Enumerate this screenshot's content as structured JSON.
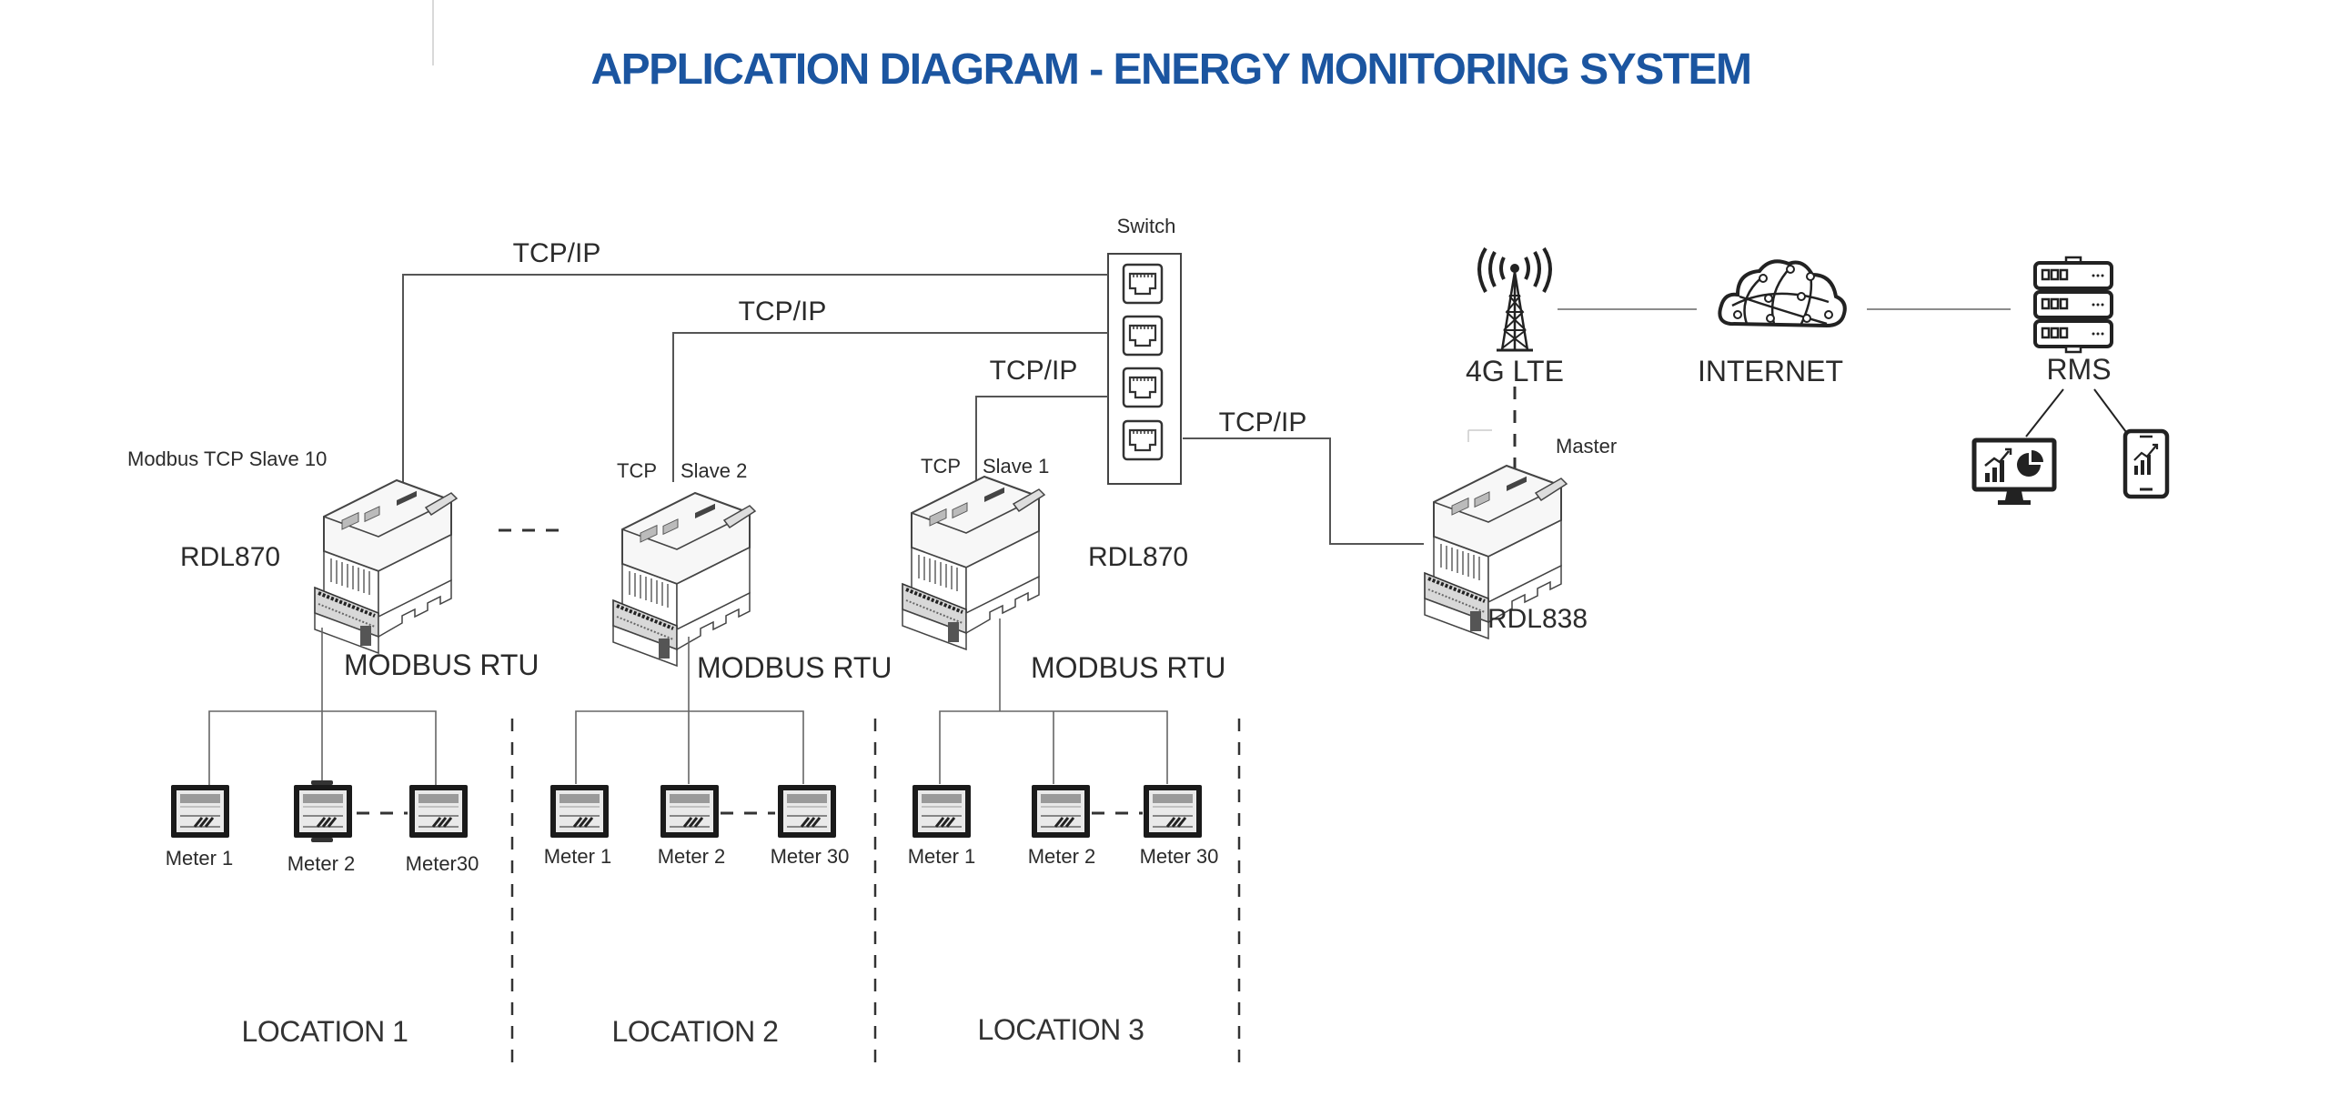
{
  "title": "APPLICATION DIAGRAM - ENERGY MONITORING SYSTEM",
  "colors": {
    "title": "#1b55a0",
    "ink": "#2b2b2b",
    "background": "#ffffff"
  },
  "network": {
    "switch": {
      "label": "Switch",
      "port_count": 4,
      "icon": "ethernet-port-icon"
    },
    "links": [
      {
        "label": "TCP/IP",
        "from": "Modbus TCP Slave 10",
        "to": "Switch"
      },
      {
        "label": "TCP/IP",
        "from": "TCP Slave 2",
        "to": "Switch"
      },
      {
        "label": "TCP/IP",
        "from": "TCP Slave 1",
        "to": "Switch"
      },
      {
        "label": "TCP/IP",
        "from": "Switch",
        "to": "RDL838"
      }
    ],
    "ellipsis": "- - - -"
  },
  "devices": {
    "slave10": {
      "role_label": "Modbus TCP Slave 10",
      "model": "RDL870",
      "bus_label": "MODBUS RTU"
    },
    "slave2": {
      "role_label_left": "TCP",
      "role_label_right": "Slave 2",
      "bus_label": "MODBUS RTU"
    },
    "slave1": {
      "role_label_left": "TCP",
      "role_label_right": "Slave 1",
      "model": "RDL870",
      "bus_label": "MODBUS RTU"
    },
    "master": {
      "role_label": "Master",
      "model": "RDL838"
    }
  },
  "cloud": {
    "lte": {
      "label": "4G LTE",
      "icon": "cell-tower-icon"
    },
    "internet": {
      "label": "INTERNET",
      "icon": "cloud-network-icon"
    },
    "rms": {
      "label": "RMS",
      "icon": "server-rack-icon"
    },
    "clients": [
      {
        "name": "desktop-dashboard",
        "icon": "monitor-chart-icon"
      },
      {
        "name": "mobile-dashboard",
        "icon": "smartphone-chart-icon"
      }
    ]
  },
  "locations": [
    {
      "label": "LOCATION 1",
      "meters": [
        "Meter 1",
        "Meter 2",
        "Meter30"
      ]
    },
    {
      "label": "LOCATION 2",
      "meters": [
        "Meter 1",
        "Meter 2",
        "Meter 30"
      ]
    },
    {
      "label": "LOCATION 3",
      "meters": [
        "Meter 1",
        "Meter 2",
        "Meter 30"
      ]
    }
  ]
}
